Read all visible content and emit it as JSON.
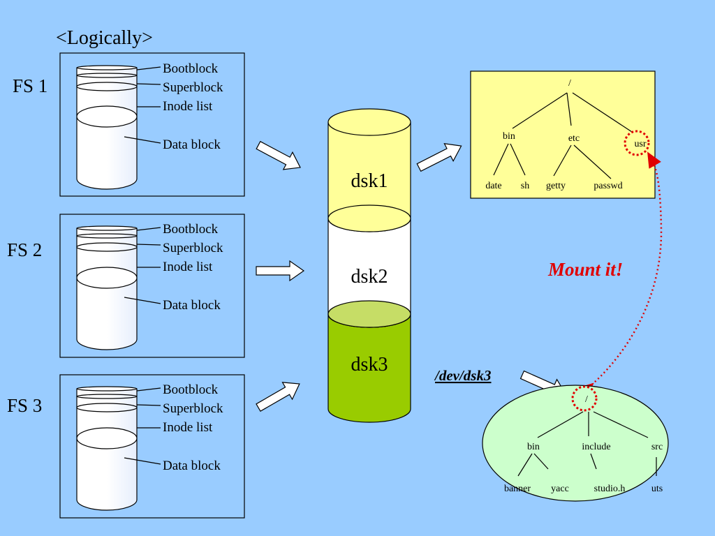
{
  "heading": "<Logically>",
  "filesystems": [
    {
      "label": "FS 1",
      "parts": [
        "Bootblock",
        "Superblock",
        "Inode list",
        "Data block"
      ]
    },
    {
      "label": "FS 2",
      "parts": [
        "Bootblock",
        "Superblock",
        "Inode list",
        "Data block"
      ]
    },
    {
      "label": "FS 3",
      "parts": [
        "Bootblock",
        "Superblock",
        "Inode list",
        "Data block"
      ]
    }
  ],
  "disks": [
    {
      "label": "dsk1",
      "color": "#ffff99"
    },
    {
      "label": "dsk2",
      "color": "#ffffff"
    },
    {
      "label": "dsk3",
      "color": "#99cc00"
    }
  ],
  "tree1": {
    "root": "/",
    "level1": [
      "bin",
      "etc",
      "usr"
    ],
    "level2": [
      "date",
      "sh",
      "getty",
      "passwd"
    ],
    "background": "#ffff99"
  },
  "tree2": {
    "root": "/",
    "level1": [
      "bin",
      "include",
      "src"
    ],
    "level2": [
      "banner",
      "yacc",
      "studio.h",
      "uts"
    ],
    "background": "#ccffcc"
  },
  "mount_label": "Mount it!",
  "device_label": "/dev/dsk3",
  "colors": {
    "background": "#99ccff",
    "highlight": "#e00000"
  }
}
